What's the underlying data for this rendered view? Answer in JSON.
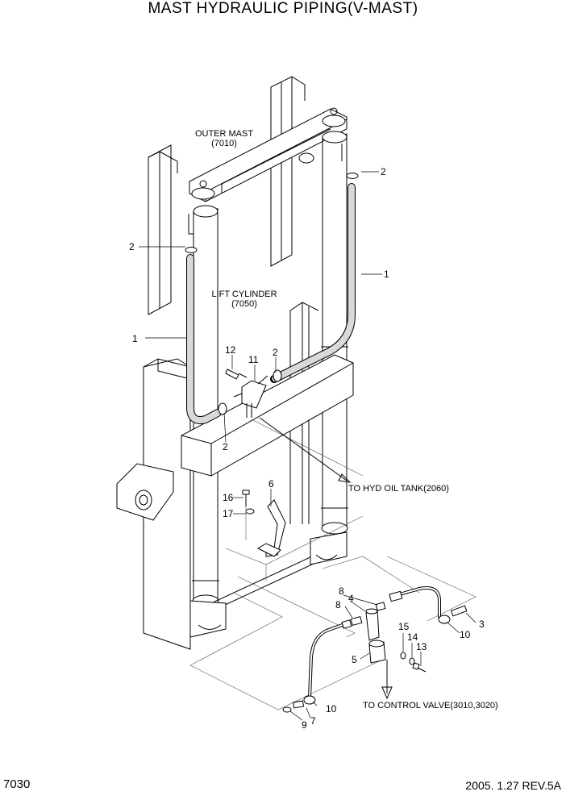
{
  "title": "MAST HYDRAULIC PIPING(V-MAST)",
  "page_number": "7030",
  "revision": "2005. 1.27 REV.5A",
  "labels": {
    "outer_mast_line1": "OUTER MAST",
    "outer_mast_line2": "(7010)",
    "lift_cylinder_line1": "LIFT CYLINDER",
    "lift_cylinder_line2": "(7050)",
    "to_hyd_oil_tank": "TO HYD OIL TANK(2060)",
    "to_control_valve": "TO CONTROL VALVE(3010,3020)"
  },
  "callouts": {
    "c1_right": "1",
    "c1_left": "1",
    "c2_top_right": "2",
    "c2_left": "2",
    "c2_mid": "2",
    "c2_lower": "2",
    "c3": "3",
    "c4": "4",
    "c5": "5",
    "c6": "6",
    "c7": "7",
    "c8_upper": "8",
    "c8_lower": "8",
    "c9": "9",
    "c10_right": "10",
    "c10_lower": "10",
    "c11": "11",
    "c12": "12",
    "c13": "13",
    "c14": "14",
    "c15": "15",
    "c16": "16",
    "c17": "17"
  }
}
